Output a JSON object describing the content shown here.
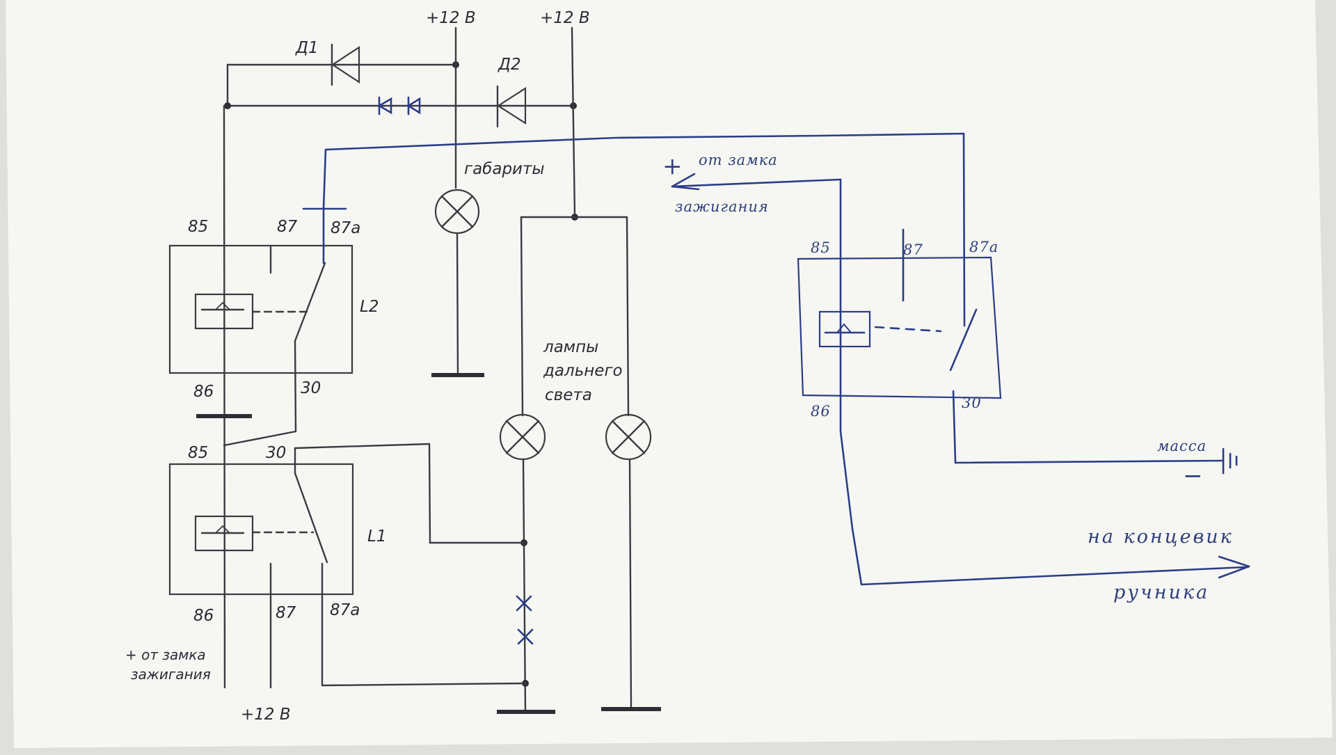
{
  "colors": {
    "paper": "#f6f6f3",
    "pencil": "#3a3b40",
    "pen": "#2b3d86",
    "background": "#dfe0dd"
  },
  "supply": {
    "top_left": "+12 В",
    "top_right": "+12 В",
    "bottom": "+12 В"
  },
  "diodes": {
    "d1": "Д1",
    "d2": "Д2"
  },
  "lamps": {
    "parking": "габариты",
    "high_beam_line1": "лампы",
    "high_beam_line2": "дальнего",
    "high_beam_line3": "света"
  },
  "relay_l2": {
    "name": "L2",
    "pin_85": "85",
    "pin_87": "87",
    "pin_87a": "87а",
    "pin_86": "86",
    "pin_30": "30"
  },
  "relay_l1": {
    "name": "L1",
    "pin_85": "85",
    "pin_30": "30",
    "pin_86": "86",
    "pin_87": "87",
    "pin_87a": "87а"
  },
  "ignition_note": {
    "line1": "+ от замка",
    "line2": "зажигания"
  },
  "added_relay": {
    "pin_85": "85",
    "pin_87": "87",
    "pin_87a": "87а",
    "pin_86": "86",
    "pin_30": "30",
    "plus_sign": "+",
    "ignition_line1": "от замка",
    "ignition_line2": "зажигания",
    "ground": "масса",
    "minus_sign": "−",
    "handbrake_line1": "на концевик",
    "handbrake_line2": "ручника"
  },
  "icons": {
    "diode": "diode-icon",
    "lamp": "lamp-icon",
    "coil": "relay-coil-icon",
    "ground": "ground-icon",
    "break": "wire-break-icon"
  }
}
